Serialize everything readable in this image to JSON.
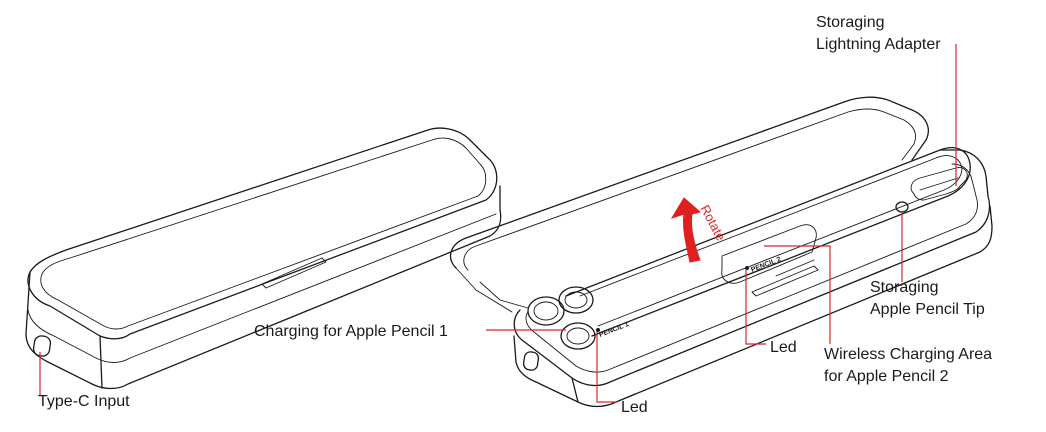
{
  "labels": {
    "type_c_input": "Type-C Input",
    "charging_pencil_1": "Charging for Apple Pencil 1",
    "led_left": "Led",
    "led_right": "Led",
    "storaging_lightning_line1": "Storaging",
    "storaging_lightning_line2": "Lightning Adapter",
    "storaging_tip_line1": "Storaging",
    "storaging_tip_line2": "Apple Pencil Tip",
    "wireless_line1": "Wireless Charging Area",
    "wireless_line2": "for Apple Pencil 2",
    "rotate": "Rotate",
    "pencil1_print": "PENCIL 1",
    "pencil2_print": "PENCIL 2"
  },
  "colors": {
    "outline": "#1a1a1a",
    "leader": "#d62828",
    "arrow": "#e02020"
  }
}
